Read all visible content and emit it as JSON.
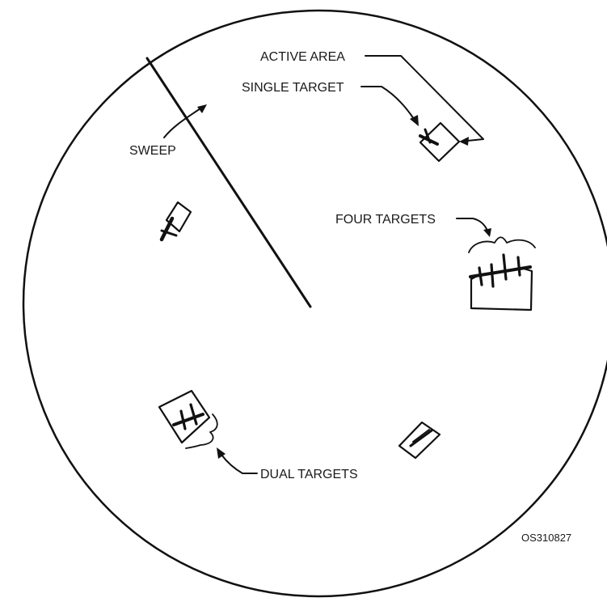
{
  "labels": {
    "active_area": "ACTIVE AREA",
    "single_target": "SINGLE TARGET",
    "sweep": "SWEEP",
    "four_targets": "FOUR TARGETS",
    "dual_targets": "DUAL TARGETS",
    "figure_id": "OS310827"
  }
}
